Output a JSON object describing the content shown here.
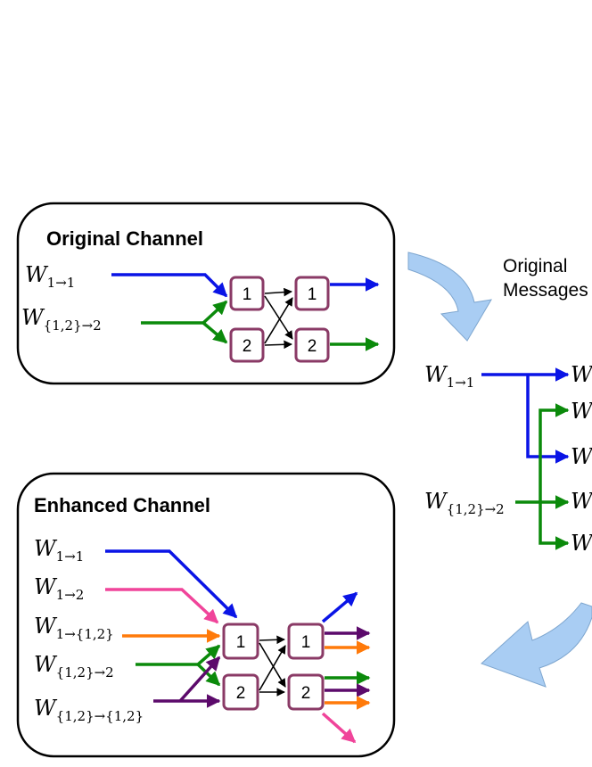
{
  "original_channel": {
    "title": "Original Channel",
    "inputs": [
      {
        "base": "W",
        "sub": "1→1"
      },
      {
        "base": "W",
        "sub": "{1,2}→2"
      }
    ],
    "nodes": [
      "1",
      "2",
      "1",
      "2"
    ]
  },
  "enhanced_channel": {
    "title": "Enhanced Channel",
    "inputs": [
      {
        "base": "W",
        "sub": "1→1"
      },
      {
        "base": "W",
        "sub": "1→2"
      },
      {
        "base": "W",
        "sub": "1→{1,2}"
      },
      {
        "base": "W",
        "sub": "{1,2}→2"
      },
      {
        "base": "W",
        "sub": "{1,2}→{1,2}"
      }
    ],
    "nodes": [
      "1",
      "2",
      "1",
      "2"
    ]
  },
  "mapping": {
    "caption_line1": "Original",
    "caption_line2": "Messages",
    "sources": [
      {
        "base": "W",
        "sub": "1→1"
      },
      {
        "base": "W",
        "sub": "{1,2}→2"
      }
    ],
    "outputs": [
      "W",
      "W",
      "W",
      "W",
      "W"
    ]
  },
  "colors": {
    "blue": "#0a14e6",
    "green": "#0b8a0b",
    "pink": "#f0449a",
    "orange": "#ff7a0a",
    "purple": "#5c0a6b",
    "node_border": "#8a3a66",
    "curved_arrow": "#a9cdf3"
  }
}
